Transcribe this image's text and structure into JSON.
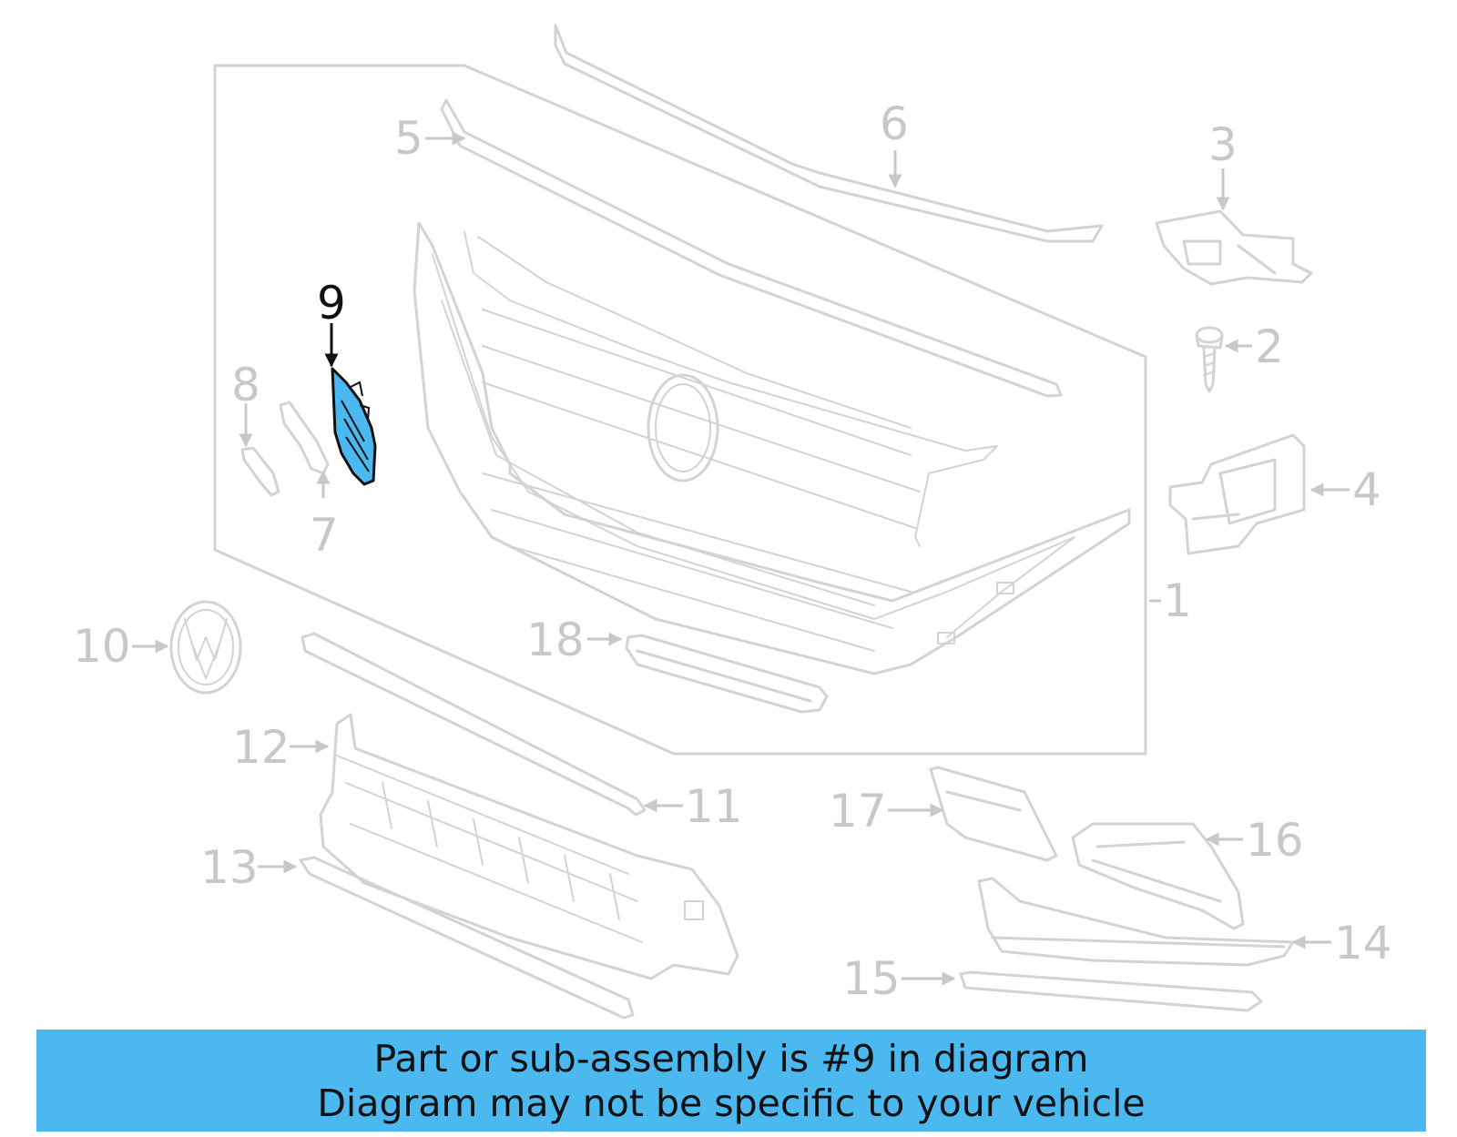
{
  "diagram": {
    "highlight_color": "#4cb8f0",
    "line_color": "#d3d3d3",
    "callouts": {
      "c1": "1",
      "c2": "2",
      "c3": "3",
      "c4": "4",
      "c5": "5",
      "c6": "6",
      "c7": "7",
      "c8": "8",
      "c9": "9",
      "c10": "10",
      "c11": "11",
      "c12": "12",
      "c13": "13",
      "c14": "14",
      "c15": "15",
      "c16": "16",
      "c17": "17",
      "c18": "18"
    }
  },
  "banner": {
    "line1": "Part or sub-assembly is #9 in diagram",
    "line2": "Diagram may not be specific to your vehicle",
    "background": "#4cb8f0"
  }
}
